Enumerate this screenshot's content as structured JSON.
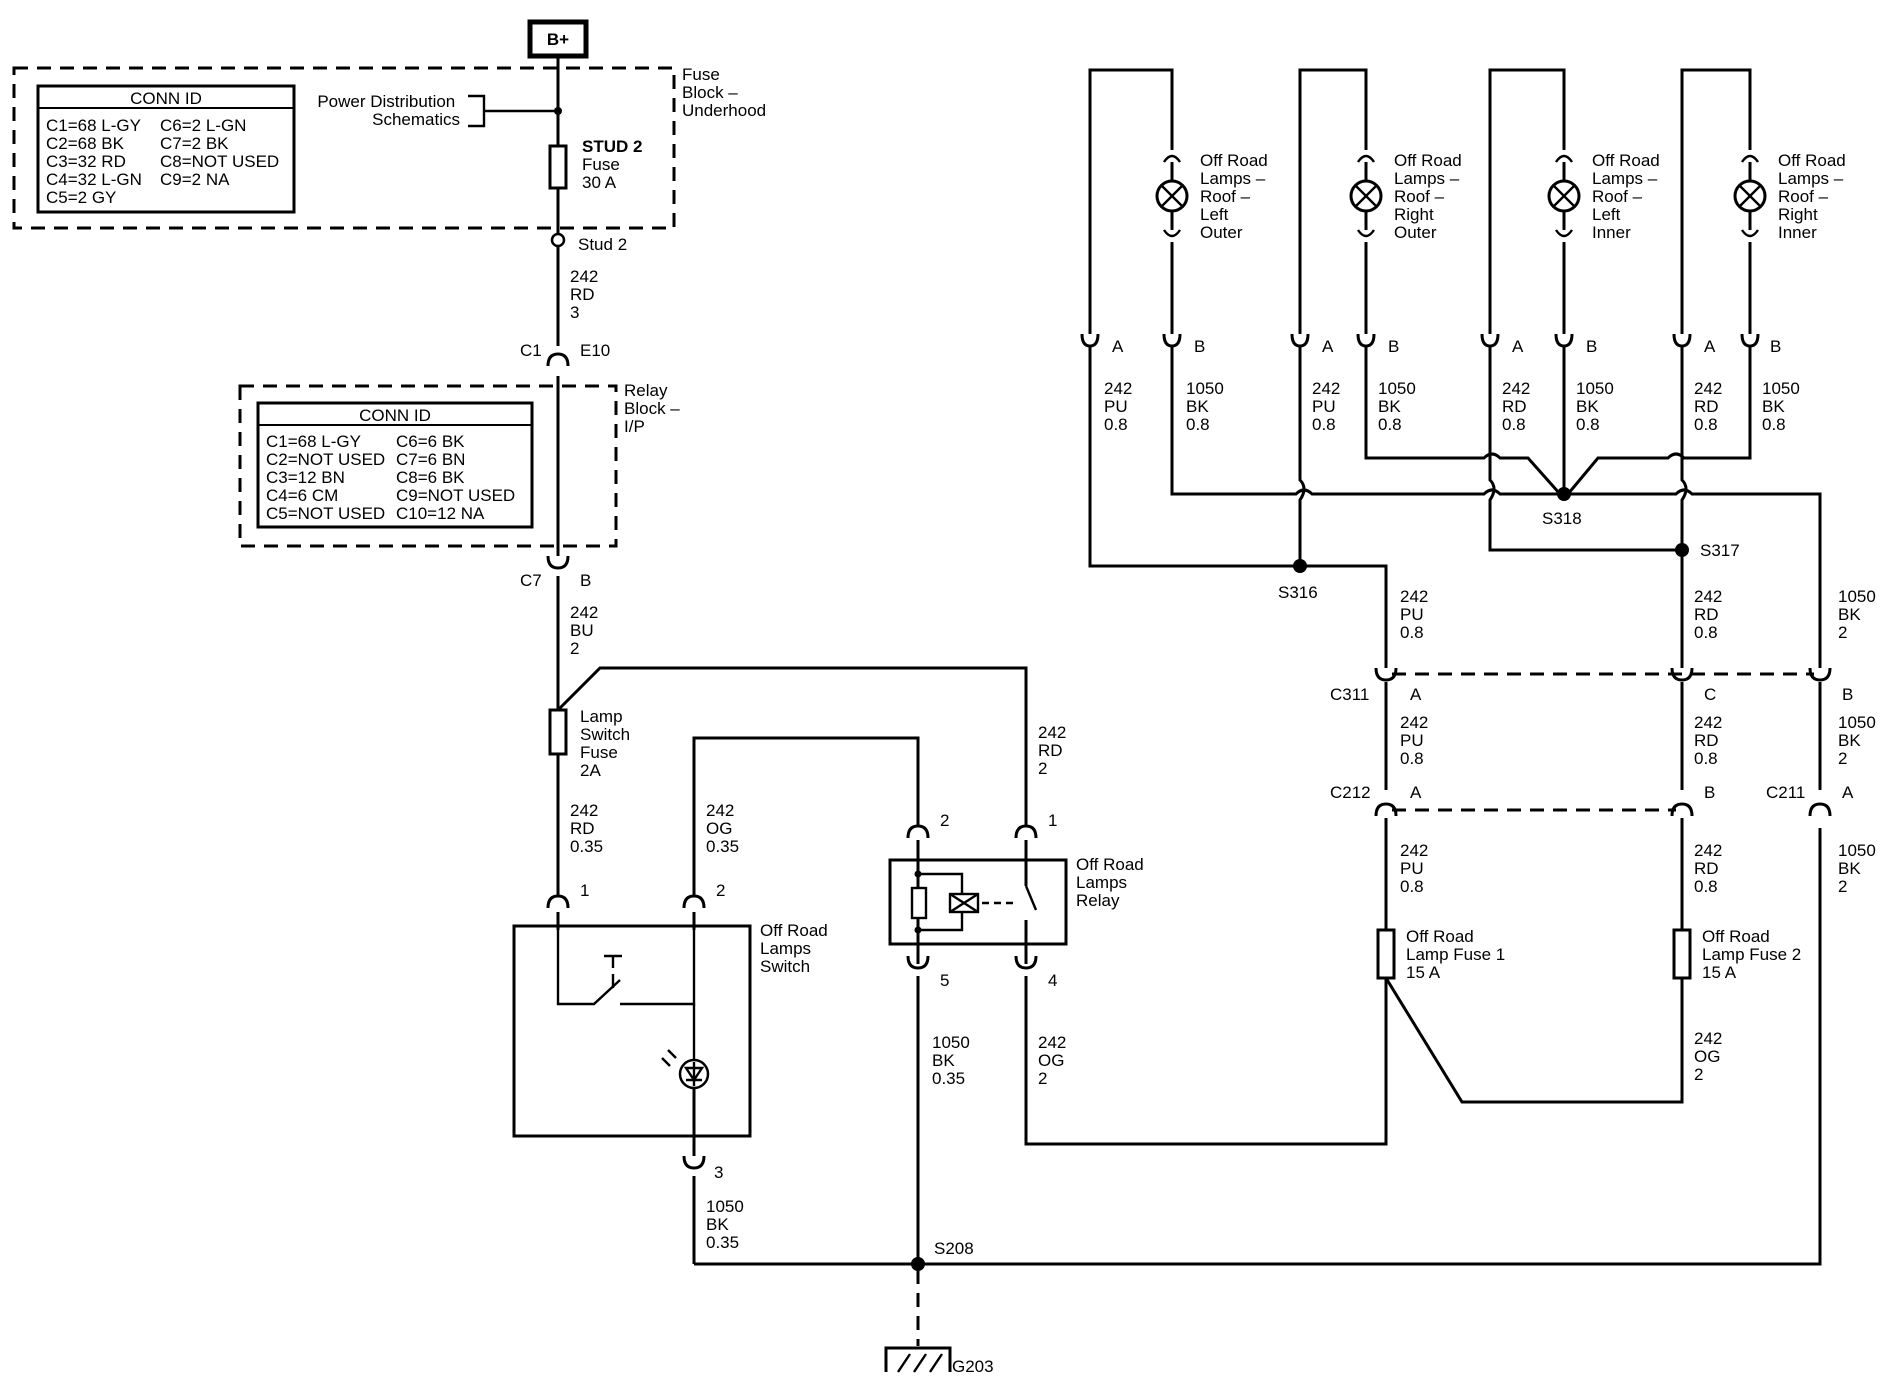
{
  "power": {
    "bplus": "B+"
  },
  "fuse_block": {
    "title": [
      "Fuse",
      "Block –",
      "Underhood"
    ],
    "conn_header": "CONN ID",
    "conn_rows": [
      [
        "C1=68 L-GY",
        "C6=2 L-GN"
      ],
      [
        "C2=68 BK",
        "C7=2 BK"
      ],
      [
        "C3=32 RD",
        "C8=NOT USED"
      ],
      [
        "C4=32 L-GN",
        "C9=2 NA"
      ],
      [
        "C5=2 GY",
        ""
      ]
    ],
    "pds_ref": [
      "Power Distribution",
      "Schematics"
    ],
    "stud_fuse": [
      "STUD 2",
      "Fuse",
      "30 A"
    ],
    "stud_label": "Stud 2"
  },
  "relay_block": {
    "title": [
      "Relay",
      "Block –",
      "I/P"
    ],
    "conn_header": "CONN ID",
    "conn_rows": [
      [
        "C1=68 L-GY",
        "C6=6 BK"
      ],
      [
        "C2=NOT USED",
        "C7=6 BN"
      ],
      [
        "C3=12 BN",
        "C8=6 BK"
      ],
      [
        "C4=6 CM",
        "C9=NOT USED"
      ],
      [
        "C5=NOT USED",
        "C10=12 NA"
      ]
    ]
  },
  "connectors": {
    "c1": "C1",
    "e10": "E10",
    "c7": "C7",
    "b": "B",
    "c311": "C311",
    "c212": "C212",
    "c211": "C211",
    "pin_a": "A",
    "pin_b": "B",
    "pin_c": "C",
    "pin1": "1",
    "pin2": "2",
    "pin3": "3",
    "pin4": "4",
    "pin5": "5"
  },
  "wires": {
    "w_242_rd_3": [
      "242",
      "RD",
      "3"
    ],
    "w_242_bu_2": [
      "242",
      "BU",
      "2"
    ],
    "w_242_rd_2": [
      "242",
      "RD",
      "2"
    ],
    "w_242_rd_035": [
      "242",
      "RD",
      "0.35"
    ],
    "w_242_og_035": [
      "242",
      "OG",
      "0.35"
    ],
    "w_1050_bk_035": [
      "1050",
      "BK",
      "0.35"
    ],
    "w_242_og_2": [
      "242",
      "OG",
      "2"
    ],
    "w_242_pu_08": [
      "242",
      "PU",
      "0.8"
    ],
    "w_242_rd_08": [
      "242",
      "RD",
      "0.8"
    ],
    "w_1050_bk_08": [
      "1050",
      "BK",
      "0.8"
    ],
    "w_1050_bk_2": [
      "1050",
      "BK",
      "2"
    ]
  },
  "components": {
    "lamp_switch_fuse": [
      "Lamp",
      "Switch",
      "Fuse",
      "2A"
    ],
    "off_road_switch": [
      "Off Road",
      "Lamps",
      "Switch"
    ],
    "off_road_relay": [
      "Off Road",
      "Lamps",
      "Relay"
    ],
    "fuse1": [
      "Off Road",
      "Lamp Fuse 1",
      "15 A"
    ],
    "fuse2": [
      "Off Road",
      "Lamp Fuse 2",
      "15 A"
    ],
    "lamp_lo": [
      "Off Road",
      "Lamps –",
      "Roof –",
      "Left",
      "Outer"
    ],
    "lamp_ro": [
      "Off Road",
      "Lamps –",
      "Roof –",
      "Right",
      "Outer"
    ],
    "lamp_li": [
      "Off Road",
      "Lamps –",
      "Roof –",
      "Left",
      "Inner"
    ],
    "lamp_ri": [
      "Off Road",
      "Lamps –",
      "Roof –",
      "Right",
      "Inner"
    ]
  },
  "splices": {
    "s316": "S316",
    "s317": "S317",
    "s318": "S318",
    "s208": "S208"
  },
  "ground": {
    "g203": "G203"
  }
}
